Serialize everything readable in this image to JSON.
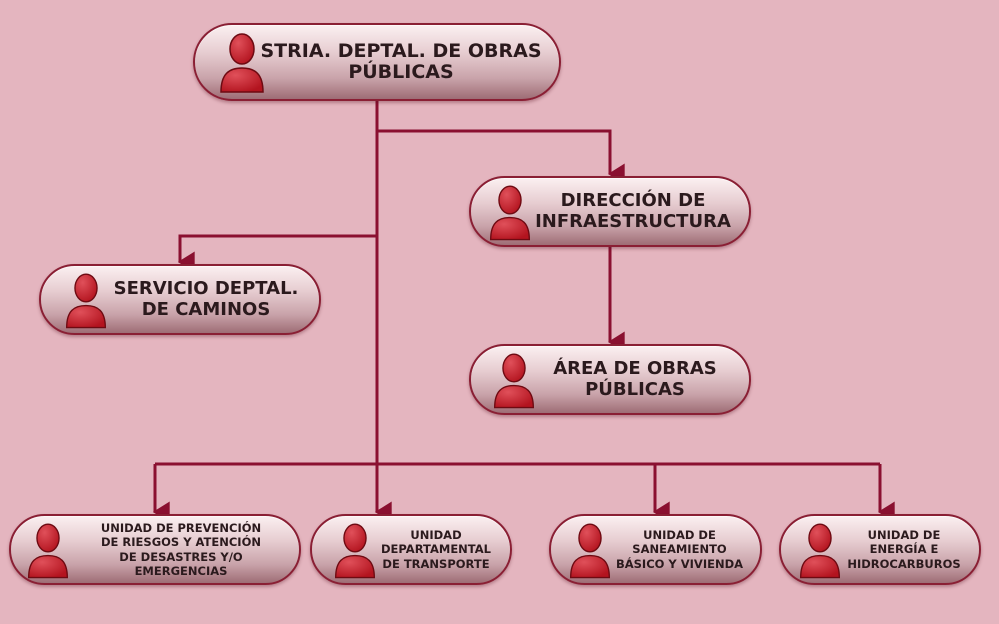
{
  "nodes": {
    "root": {
      "label": "STRIA. DEPTAL. DE OBRAS\nPÚBLICAS"
    },
    "direccion": {
      "label": "DIRECCIÓN DE\nINFRAESTRUCTURA"
    },
    "caminos": {
      "label": "SERVICIO DEPTAL.\nDE CAMINOS"
    },
    "area": {
      "label": "ÁREA DE OBRAS\nPÚBLICAS"
    },
    "riesgos": {
      "label": "UNIDAD DE PREVENCIÓN\nDE RIESGOS Y ATENCIÓN\nDE DESASTRES Y/O EMERGENCIAS"
    },
    "transporte": {
      "label": "UNIDAD\nDEPARTAMENTAL\nDE TRANSPORTE"
    },
    "saneamiento": {
      "label": "UNIDAD DE\nSANEAMIENTO\nBÁSICO Y VIVIENDA"
    },
    "energia": {
      "label": "UNIDAD DE\nENERGÍA E\nHIDROCARBUROS"
    }
  },
  "colors": {
    "background": "#e4b5bf",
    "connector": "#8a1030",
    "avatar": "#b3141f",
    "border": "#8a1f34"
  },
  "icon": "person-icon"
}
